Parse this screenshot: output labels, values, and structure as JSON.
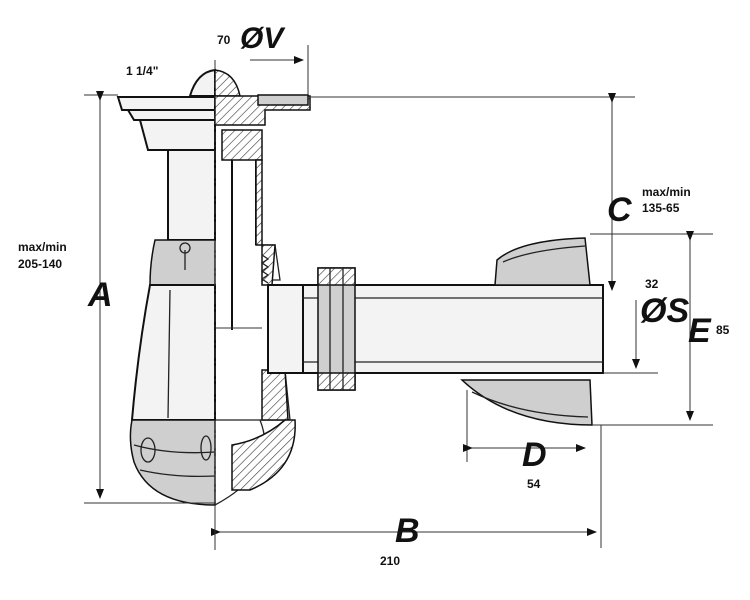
{
  "labels": {
    "V": {
      "letter": "ØV",
      "value": "70"
    },
    "thread": "1 1/4\"",
    "A": {
      "letter": "A",
      "value": "max/min\n205-140",
      "line1": "max/min",
      "line2": "205-140"
    },
    "C": {
      "letter": "C",
      "line1": "max/min",
      "line2": "135-65"
    },
    "S": {
      "letter": "ØS",
      "value": "32"
    },
    "E": {
      "letter": "E",
      "value": "85"
    },
    "D": {
      "letter": "D",
      "value": "54"
    },
    "B": {
      "letter": "B",
      "value": "210"
    }
  },
  "colors": {
    "ink": "#111111",
    "fill_light": "#f3f3f3",
    "fill_shade": "#cfcfcf"
  }
}
